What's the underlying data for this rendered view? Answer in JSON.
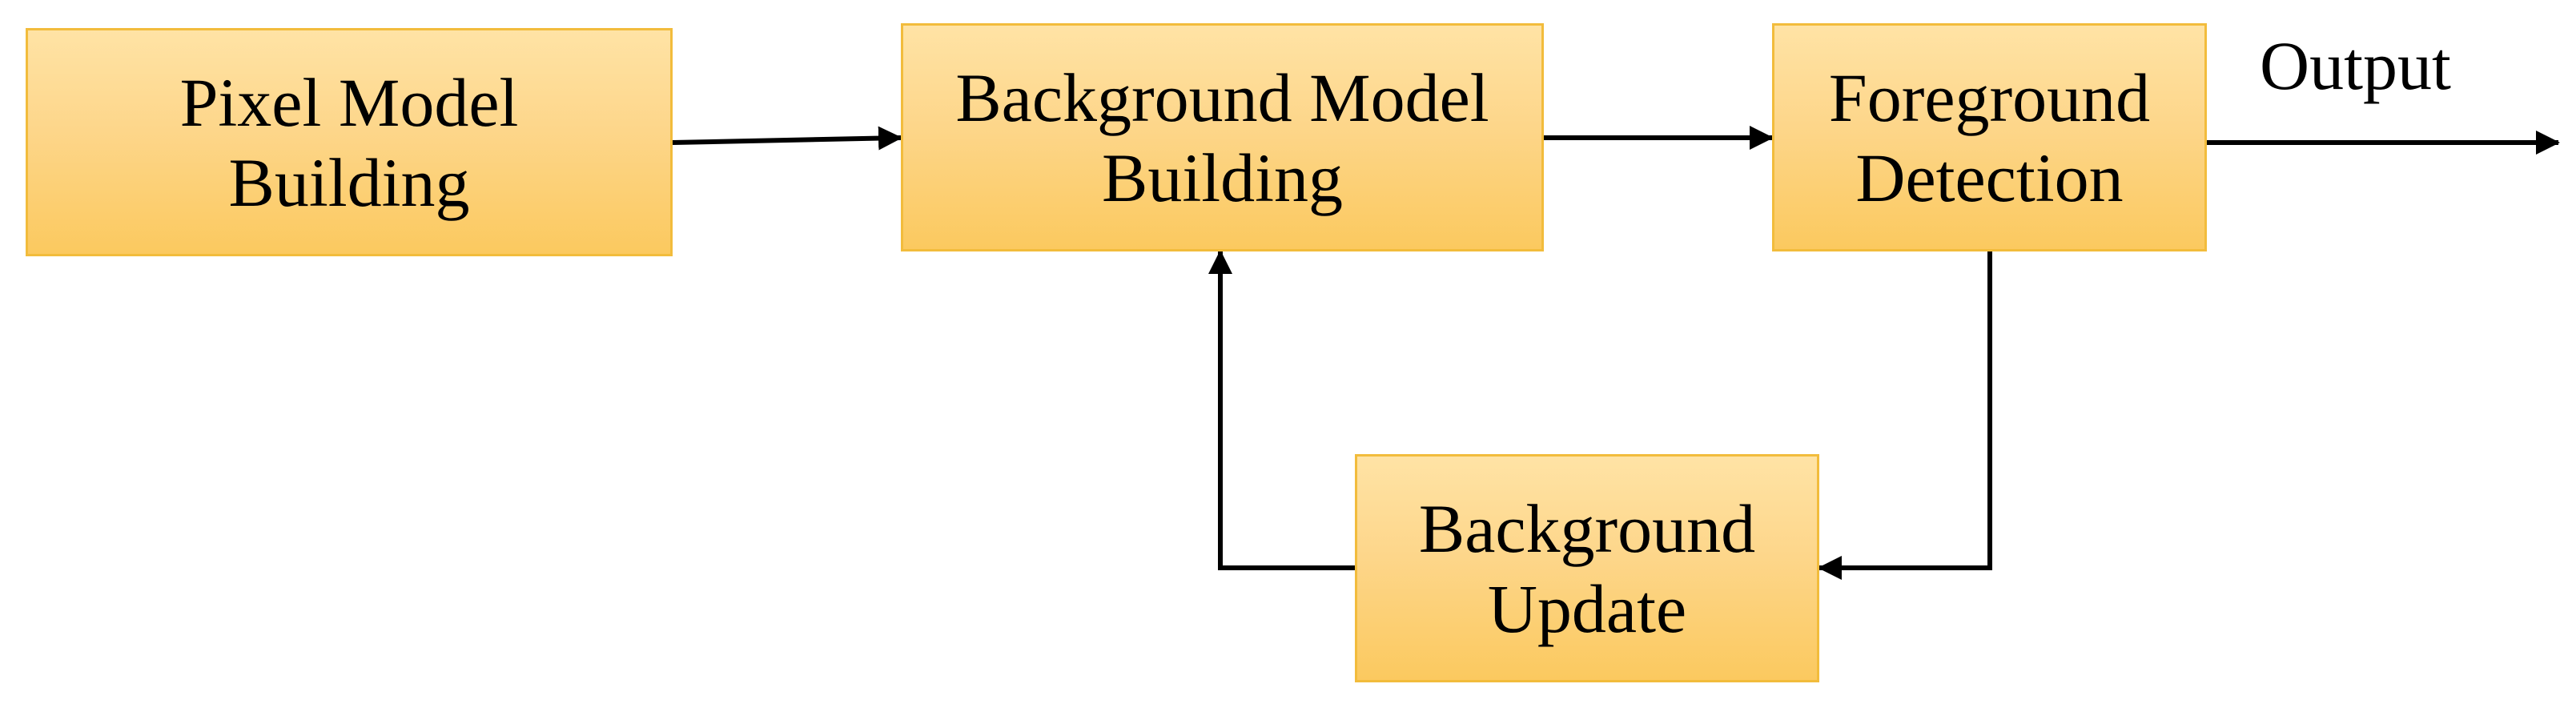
{
  "diagram": {
    "blocks": {
      "pixel_model": {
        "line1": "Pixel Model",
        "line2": "Building"
      },
      "background_model": {
        "line1": "Background Model",
        "line2": "Building"
      },
      "foreground_detection": {
        "line1": "Foreground",
        "line2": "Detection"
      },
      "background_update": {
        "line1": "Background",
        "line2": "Update"
      }
    },
    "output_label": "Output",
    "colors": {
      "block_fill_top": "#ffe3a5",
      "block_fill_bottom": "#fbc95f",
      "block_border": "#f2bc3c",
      "arrow": "#000000"
    }
  }
}
